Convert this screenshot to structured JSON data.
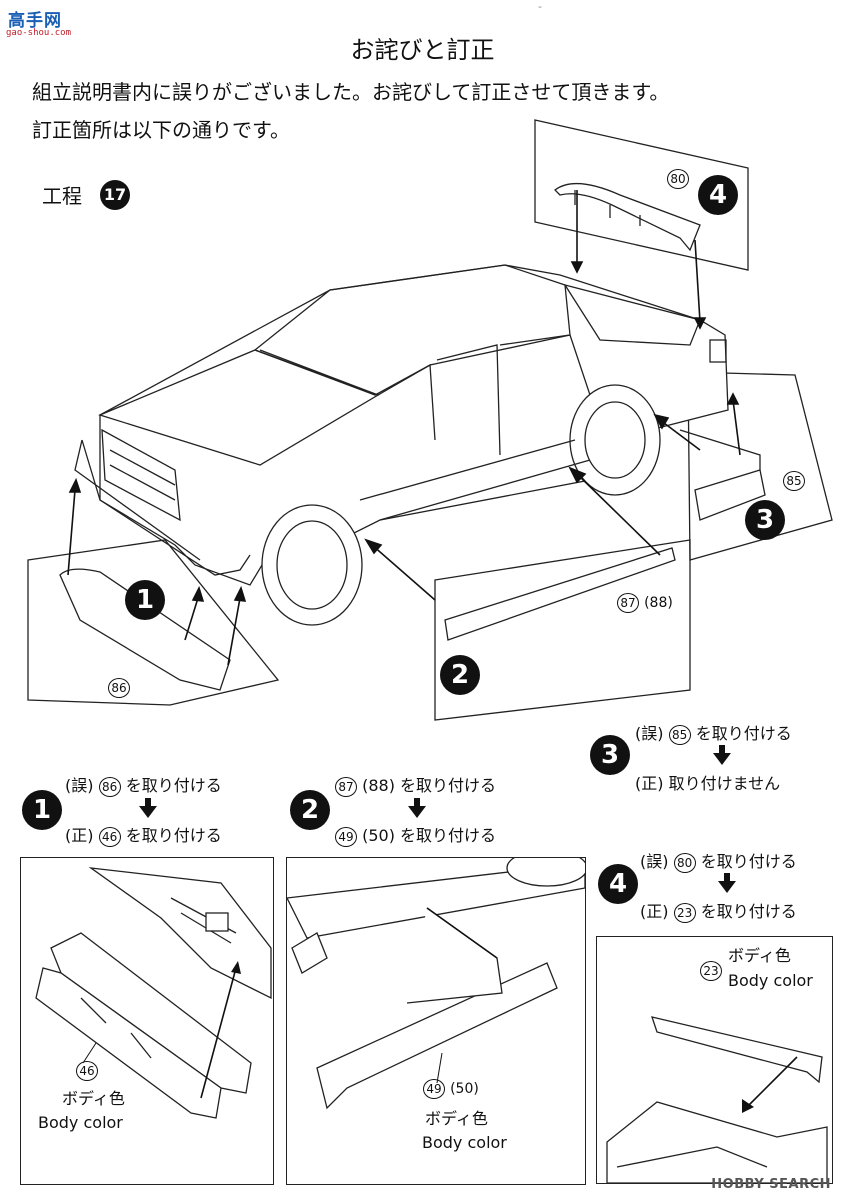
{
  "header": {
    "logo_text": "高手网",
    "logo_sub": "gao-shou.com",
    "page_mark": "-"
  },
  "title": "お詫びと訂正",
  "body": {
    "line1": "組立説明書内に誤りがございました。お詫びして訂正させて頂きます。",
    "line2": "訂正箇所は以下の通りです。"
  },
  "step": {
    "label": "工程",
    "number": "17"
  },
  "diagram_callouts": {
    "c1": "1",
    "c2": "2",
    "c3": "3",
    "c4": "4",
    "p80": "80",
    "p85": "85",
    "p86": "86",
    "p87": "87",
    "p88": "(88)"
  },
  "corrections": [
    {
      "num": "1",
      "wrong_prefix": "(誤)",
      "wrong_part": "86",
      "wrong_suffix": "を取り付ける",
      "right_prefix": "(正)",
      "right_part": "46",
      "right_suffix": "を取り付ける"
    },
    {
      "num": "2",
      "wrong_part": "87",
      "wrong_part2": "(88)",
      "wrong_suffix": "を取り付ける",
      "right_part": "49",
      "right_part2": "(50)",
      "right_suffix": "を取り付ける"
    },
    {
      "num": "3",
      "wrong_prefix": "(誤)",
      "wrong_part": "85",
      "wrong_suffix": "を取り付ける",
      "right_prefix": "(正)",
      "right_suffix": "取り付けません"
    },
    {
      "num": "4",
      "wrong_prefix": "(誤)",
      "wrong_part": "80",
      "wrong_suffix": "を取り付ける",
      "right_prefix": "(正)",
      "right_part": "23",
      "right_suffix": "を取り付ける"
    }
  ],
  "panels": {
    "p1": {
      "part": "46",
      "color_jp": "ボディ色",
      "color_en": "Body color"
    },
    "p2": {
      "part": "49",
      "part2": "(50)",
      "color_jp": "ボディ色",
      "color_en": "Body color"
    },
    "p4": {
      "part": "23",
      "color_jp": "ボディ色",
      "color_en": "Body color"
    }
  },
  "watermark": "HOBBY SEARCH"
}
